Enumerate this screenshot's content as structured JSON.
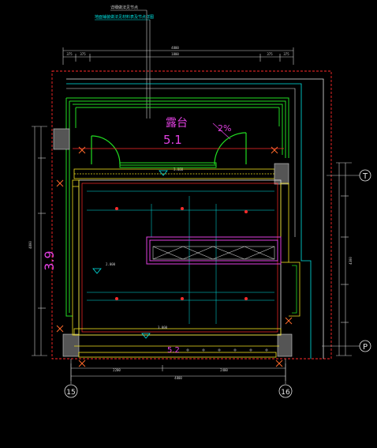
{
  "colors": {
    "background": "#000000",
    "dimension": "#cfcfcf",
    "boundary": "#ff2a2a",
    "wall_green": "#22dd22",
    "wall_white": "#e6e6e6",
    "cyan": "#00e5e5",
    "yellow": "#f0e020",
    "magenta": "#e040e0",
    "column_fill": "#555555",
    "axis_bubble": "#e8e8e8"
  },
  "notes": {
    "top_note_1": "详细做法见节点",
    "top_note_2": "地面铺装做法见材料表及节点详图"
  },
  "room": {
    "terrace_label": "露台",
    "terrace_number": "5.1",
    "slope": "2%",
    "height_label": "3.9"
  },
  "axes": {
    "horizontal_15": "15",
    "horizontal_16": "16",
    "vertical_T": "T",
    "vertical_P": "P"
  },
  "dimensions": {
    "top_overall": "4800",
    "top_seg_1": "375",
    "top_seg_2": "375",
    "top_seg_3": "1800",
    "top_seg_4": "375",
    "top_seg_5": "375",
    "bottom_overall": "4800",
    "bottom_seg_1": "2200",
    "bottom_seg_2": "2400",
    "right_overall": "4300",
    "left_overall": "4800"
  },
  "levels": {
    "door_level": "3.000",
    "mid_level": "2.000",
    "bottom_level": "3.000",
    "bottom_label": "5.2"
  },
  "icons": {
    "light_fixture": "light-dot-icon",
    "level_marker": "level-triangle-icon"
  }
}
